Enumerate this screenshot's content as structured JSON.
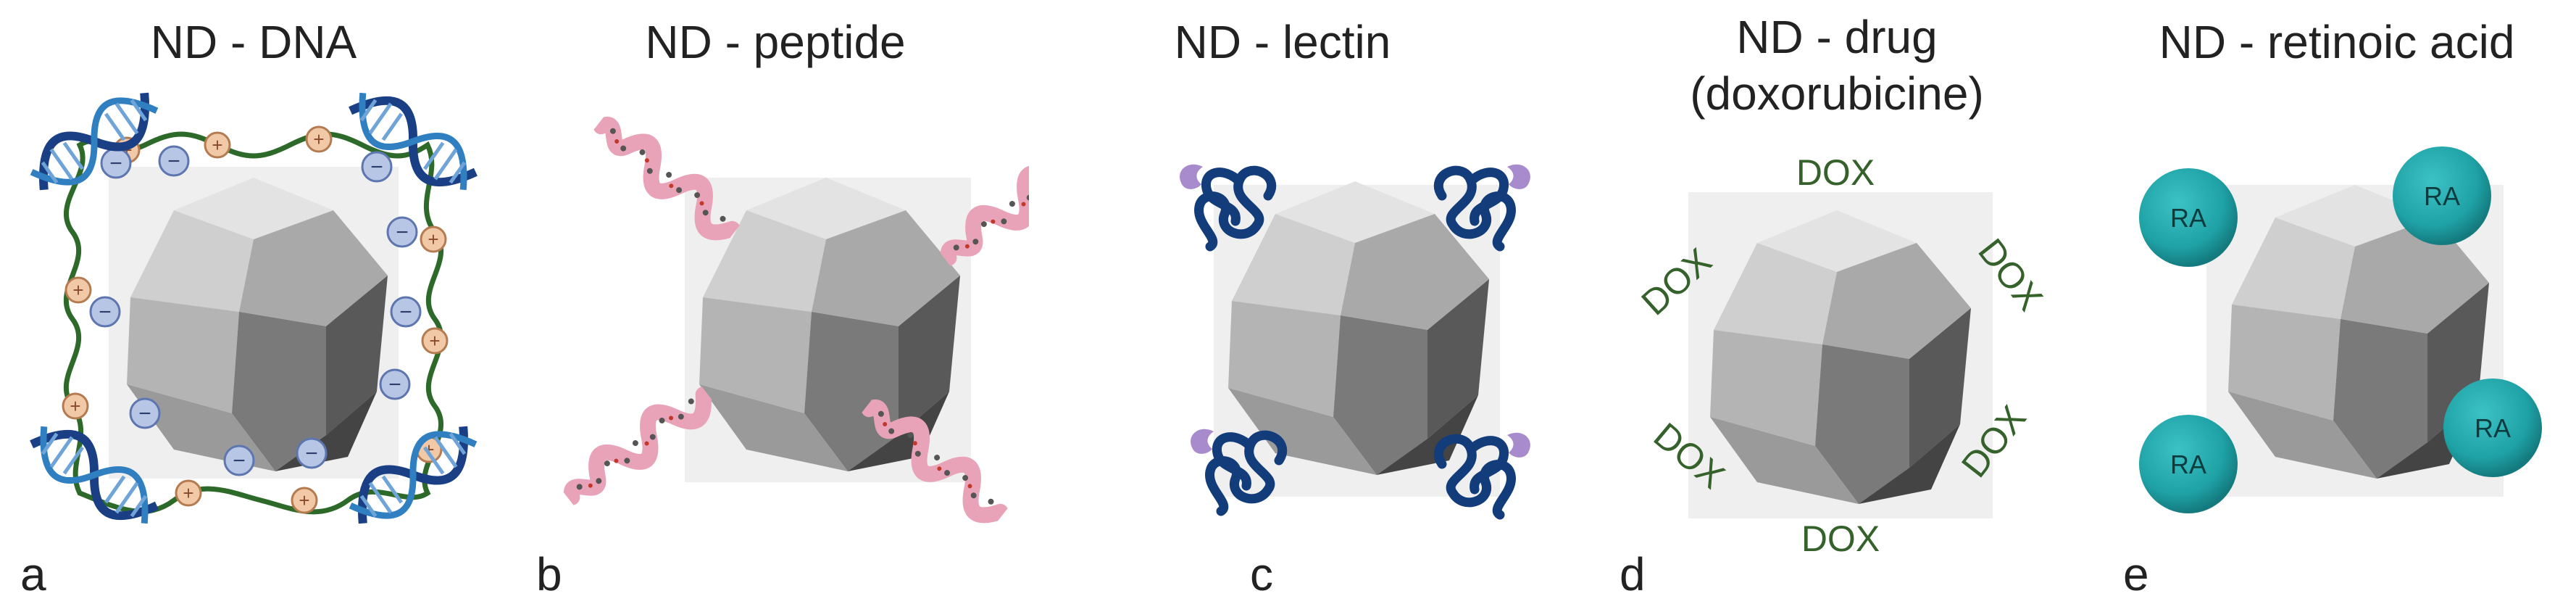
{
  "panels": [
    {
      "title": "ND - DNA",
      "letter": "a"
    },
    {
      "title": "ND - peptide",
      "letter": "b"
    },
    {
      "title": "ND - lectin",
      "letter": "c"
    },
    {
      "title_line1": "ND - drug",
      "title_line2": "(doxorubicine)",
      "letter": "d",
      "drug_label": "DOX"
    },
    {
      "title": "ND - retinoic acid",
      "letter": "e",
      "molecule_label": "RA"
    }
  ],
  "symbols": {
    "minus": "−",
    "plus": "+"
  },
  "colors": {
    "nanodiamond": "#7d7d7d",
    "dna_helix": "#1b3f85",
    "negative_charge": "#b8c6e6",
    "positive_charge": "#f1c9a6",
    "polymer_chain": "#2d6a2a",
    "peptide": "#e9a3b8",
    "lectin_chain": "#123c7a",
    "lectin_sugar": "#a88bcc",
    "drug_text": "#35612b",
    "retinoic_acid": "#1fa2a6"
  }
}
